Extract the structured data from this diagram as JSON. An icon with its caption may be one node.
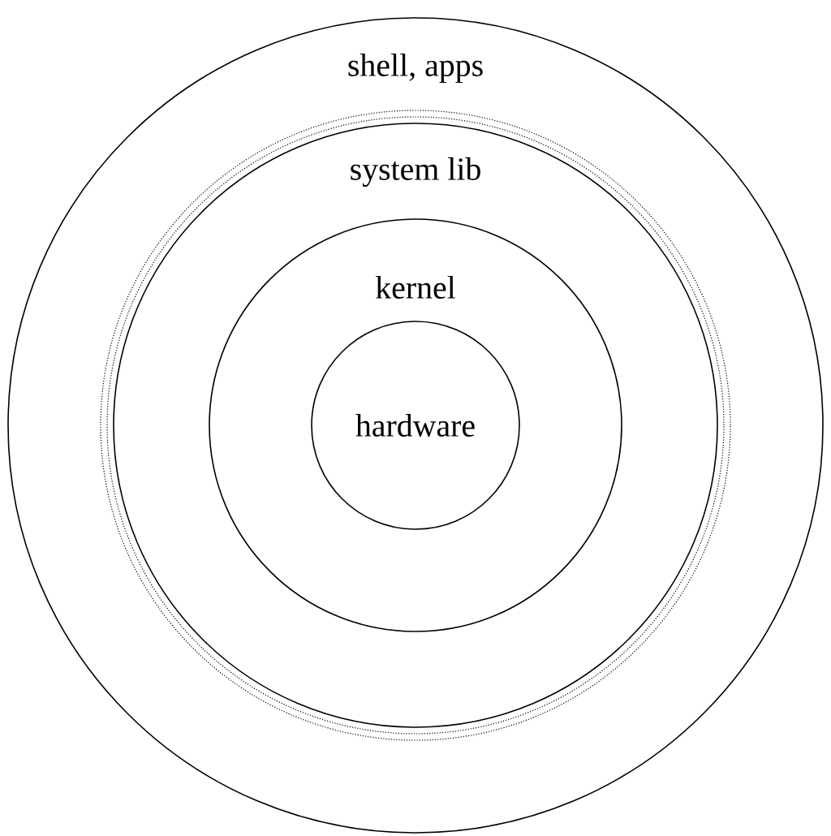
{
  "diagram": {
    "nodes": [
      {
        "text": [
          "shell, apps"
        ]
      },
      {
        "text": [
          "system lib"
        ],
        "in": 0
      },
      {
        "text": [
          "kernel"
        ],
        "in": 1
      },
      {
        "text": [
          "hardware"
        ],
        "in": 2
      }
    ]
  }
}
